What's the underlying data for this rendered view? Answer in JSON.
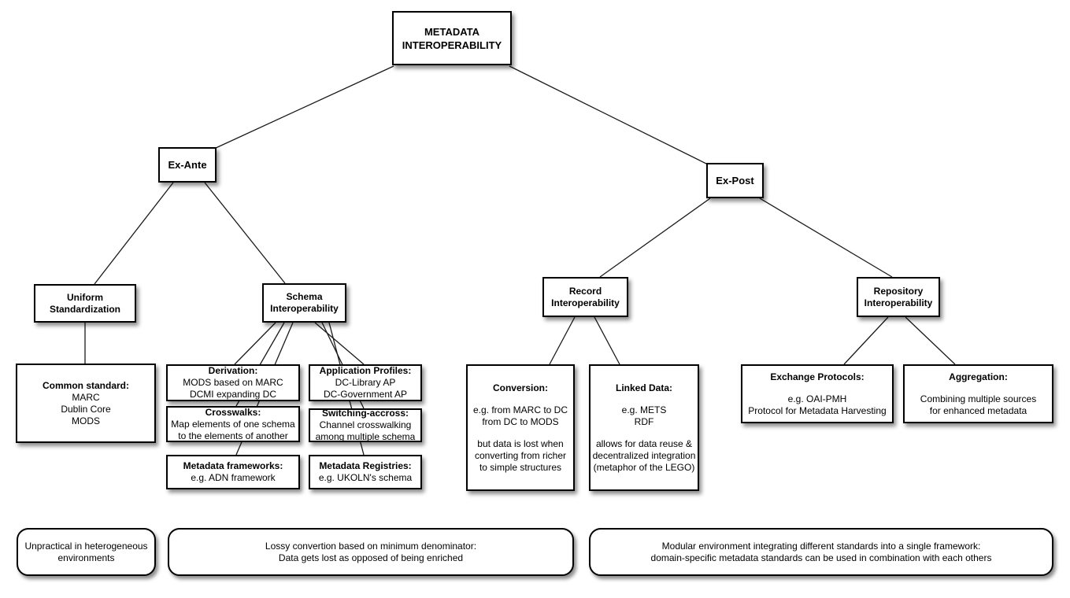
{
  "colors": {
    "background": "#ffffff",
    "box_border": "#000000",
    "line": "#000000",
    "text": "#000000"
  },
  "nodes": {
    "metadata": {
      "lines": [
        "METADATA",
        "INTEROPERABILITY"
      ]
    },
    "ex_ante": {
      "label": "Ex-Ante"
    },
    "ex_post": {
      "label": "Ex-Post"
    },
    "uniform": {
      "lines": [
        "Uniform",
        "Standardization"
      ]
    },
    "schema": {
      "lines": [
        "Schema",
        "Interoperability"
      ]
    },
    "record": {
      "lines": [
        "Record",
        "Interoperability"
      ]
    },
    "repository": {
      "lines": [
        "Repository",
        "Interoperability"
      ]
    },
    "common": {
      "title": "Common standard:",
      "lines": [
        "MARC",
        "Dublin Core",
        "MODS"
      ]
    },
    "derivation": {
      "title": "Derivation:",
      "lines": [
        "MODS based on MARC",
        "DCMI expanding DC"
      ]
    },
    "crosswalks": {
      "title": "Crosswalks:",
      "lines": [
        "Map elements of one schema",
        "to the elements of another"
      ]
    },
    "frameworks": {
      "title": "Metadata frameworks:",
      "lines": [
        "e.g. ADN framework"
      ]
    },
    "app_profiles": {
      "title": "Application Profiles:",
      "lines": [
        "DC-Library AP",
        "DC-Government AP"
      ]
    },
    "switching": {
      "title": "Switching-accross:",
      "lines": [
        "Channel crosswalking",
        "among multiple schema"
      ]
    },
    "registries": {
      "title": "Metadata Registries:",
      "lines": [
        "e.g. UKOLN's schema"
      ]
    },
    "conversion": {
      "title": "Conversion:",
      "example": [
        "e.g. from MARC to DC",
        "from DC to MODS"
      ],
      "caveat": [
        "but data is lost when",
        "converting from richer",
        "to simple structures"
      ]
    },
    "linked_data": {
      "title": "Linked Data:",
      "example": [
        "e.g. METS",
        "RDF"
      ],
      "benefit": [
        "allows for data reuse &",
        "decentralized integration",
        "(metaphor of the LEGO)"
      ]
    },
    "exchange": {
      "title": "Exchange Protocols:",
      "lines": [
        "e.g. OAI-PMH",
        "Protocol for Metadata Harvesting"
      ]
    },
    "aggregation": {
      "title": "Aggregation:",
      "lines": [
        "Combining multiple sources",
        "for enhanced metadata"
      ]
    }
  },
  "notes": {
    "ex_ante": {
      "lines": [
        "Unpractical in heterogeneous",
        "environments"
      ]
    },
    "schema": {
      "lines": [
        "Lossy convertion based on minimum denominator:",
        "Data gets lost as opposed of being enriched"
      ]
    },
    "ex_post": {
      "lines": [
        "Modular environment integrating different standards into a single framework:",
        "domain-specific metadata standards can be used in combination with each others"
      ]
    }
  }
}
